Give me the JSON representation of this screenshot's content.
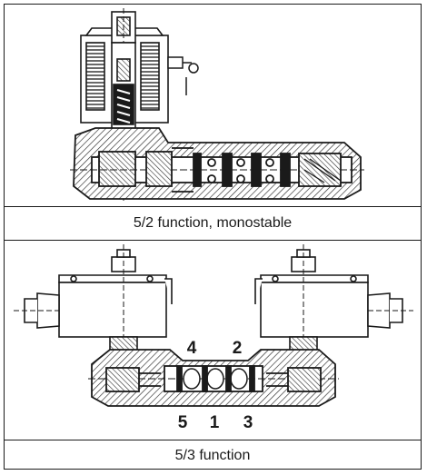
{
  "panels": [
    {
      "caption": "5/2 function, monostable"
    },
    {
      "caption": "5/3 function",
      "port_labels": [
        "4",
        "2",
        "5",
        "1",
        "3"
      ]
    }
  ]
}
